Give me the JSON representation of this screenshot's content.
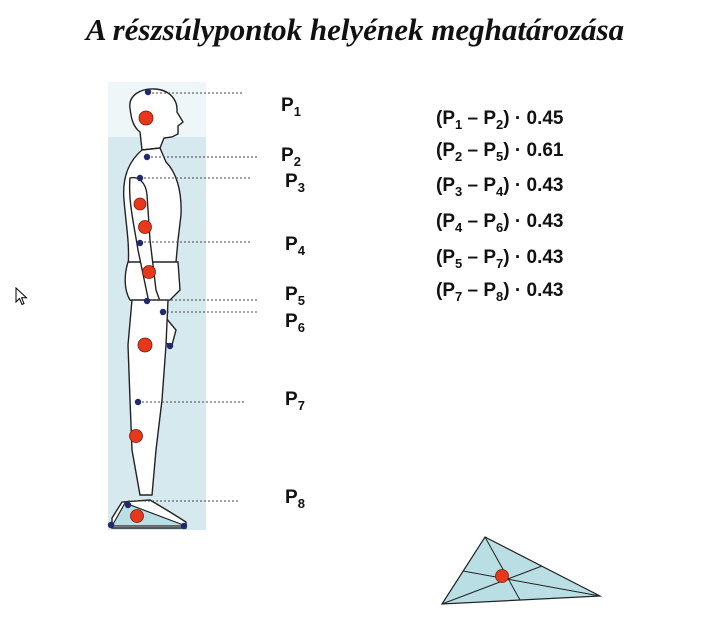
{
  "title": "A részsúlypontok helyének meghatározása",
  "points": [
    {
      "base": "P",
      "sub": "1"
    },
    {
      "base": "P",
      "sub": "2"
    },
    {
      "base": "P",
      "sub": "3"
    },
    {
      "base": "P",
      "sub": "4"
    },
    {
      "base": "P",
      "sub": "5"
    },
    {
      "base": "P",
      "sub": "6"
    },
    {
      "base": "P",
      "sub": "7"
    },
    {
      "base": "P",
      "sub": "8"
    }
  ],
  "formulas": [
    {
      "a": "1",
      "b": "2",
      "coef": "0.45"
    },
    {
      "a": "2",
      "b": "5",
      "coef": "0.61"
    },
    {
      "a": "3",
      "b": "4",
      "coef": "0.43"
    },
    {
      "a": "4",
      "b": "6",
      "coef": "0.43"
    },
    {
      "a": "5",
      "b": "7",
      "coef": "0.43"
    },
    {
      "a": "7",
      "b": "8",
      "coef": "0.43"
    }
  ],
  "colors": {
    "background_strip": "#d6e9ef",
    "segment_dot": "#e8381c",
    "landmark_dot": "#1f2a6e",
    "triangle_fill": "#b9dfe4"
  }
}
